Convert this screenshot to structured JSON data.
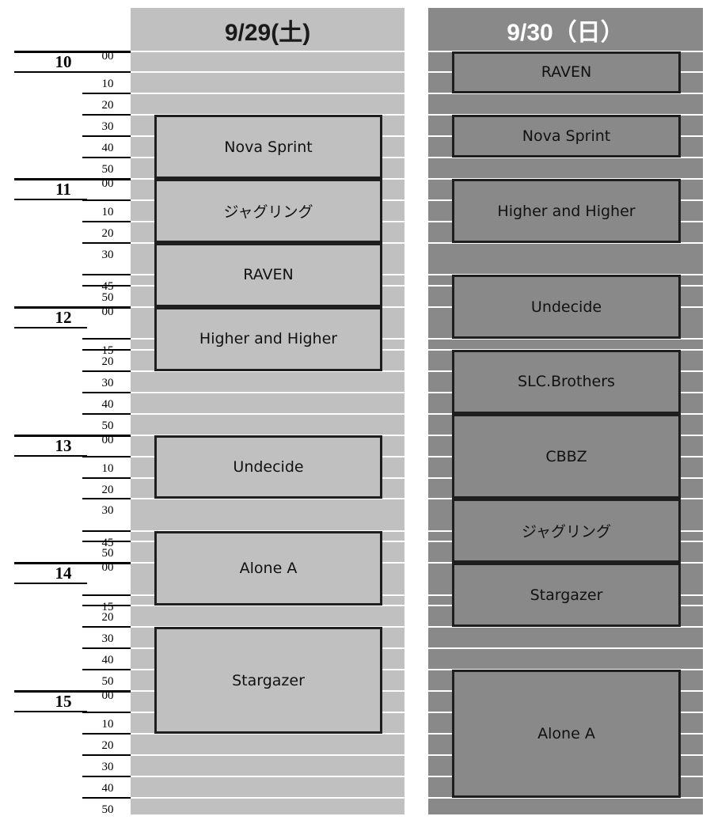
{
  "schedule": {
    "hours": [
      {
        "label": "10",
        "row": 0
      },
      {
        "label": "11",
        "row": 6
      },
      {
        "label": "12",
        "row": 12
      },
      {
        "label": "13",
        "row": 18
      },
      {
        "label": "14",
        "row": 24
      },
      {
        "label": "15",
        "row": 30
      }
    ],
    "minute_rows": [
      {
        "row": 0,
        "label": "00"
      },
      {
        "row": 1,
        "label": "10"
      },
      {
        "row": 2,
        "label": "20"
      },
      {
        "row": 3,
        "label": "30"
      },
      {
        "row": 4,
        "label": "40"
      },
      {
        "row": 5,
        "label": "50"
      },
      {
        "row": 6,
        "label": "00"
      },
      {
        "row": 7,
        "label": "10"
      },
      {
        "row": 8,
        "label": "20"
      },
      {
        "row": 9,
        "label": "30"
      },
      {
        "row": 10.5,
        "label": "45"
      },
      {
        "row": 11,
        "label": "50"
      },
      {
        "row": 12,
        "label": "00"
      },
      {
        "row": 13.5,
        "label": "15"
      },
      {
        "row": 14,
        "label": "20"
      },
      {
        "row": 15,
        "label": "30"
      },
      {
        "row": 16,
        "label": "40"
      },
      {
        "row": 17,
        "label": "50"
      },
      {
        "row": 18,
        "label": "00"
      },
      {
        "row": 19,
        "label": "10"
      },
      {
        "row": 20,
        "label": "20"
      },
      {
        "row": 21,
        "label": "30"
      },
      {
        "row": 22.5,
        "label": "45"
      },
      {
        "row": 23,
        "label": "50"
      },
      {
        "row": 24,
        "label": "00"
      },
      {
        "row": 25.5,
        "label": "15"
      },
      {
        "row": 26,
        "label": "20"
      },
      {
        "row": 27,
        "label": "30"
      },
      {
        "row": 28,
        "label": "40"
      },
      {
        "row": 29,
        "label": "50"
      },
      {
        "row": 30,
        "label": "00"
      },
      {
        "row": 31,
        "label": "10"
      },
      {
        "row": 32,
        "label": "20"
      },
      {
        "row": 33,
        "label": "30"
      },
      {
        "row": 34,
        "label": "40"
      },
      {
        "row": 35,
        "label": "50"
      }
    ],
    "days": [
      {
        "header": "9/29(土)",
        "bg_color": "#c0c0c0",
        "header_color": "#1a1a1a",
        "events": [
          {
            "name": "Nova Sprint",
            "start": 3,
            "end": 6
          },
          {
            "name": "ジャグリング",
            "start": 6,
            "end": 9
          },
          {
            "name": "RAVEN",
            "start": 9,
            "end": 12
          },
          {
            "name": "Higher and Higher",
            "start": 12,
            "end": 15
          },
          {
            "name": "Undecide",
            "start": 18,
            "end": 21
          },
          {
            "name": "Alone A",
            "start": 22.5,
            "end": 26
          },
          {
            "name": "Stargazer",
            "start": 27,
            "end": 32
          }
        ]
      },
      {
        "header": "9/30（日）",
        "bg_color": "#898989",
        "header_color": "#ffffff",
        "events": [
          {
            "name": "RAVEN",
            "start": 0,
            "end": 2
          },
          {
            "name": "Nova Sprint",
            "start": 3,
            "end": 5
          },
          {
            "name": "Higher and Higher",
            "start": 6,
            "end": 9
          },
          {
            "name": "Undecide",
            "start": 10.5,
            "end": 13.5
          },
          {
            "name": "SLC.Brothers",
            "start": 14,
            "end": 17
          },
          {
            "name": "CBBZ",
            "start": 17,
            "end": 21
          },
          {
            "name": "ジャグリング",
            "start": 21,
            "end": 24
          },
          {
            "name": "Stargazer",
            "start": 24,
            "end": 27
          },
          {
            "name": "Alone A",
            "start": 29,
            "end": 35
          }
        ]
      }
    ]
  }
}
